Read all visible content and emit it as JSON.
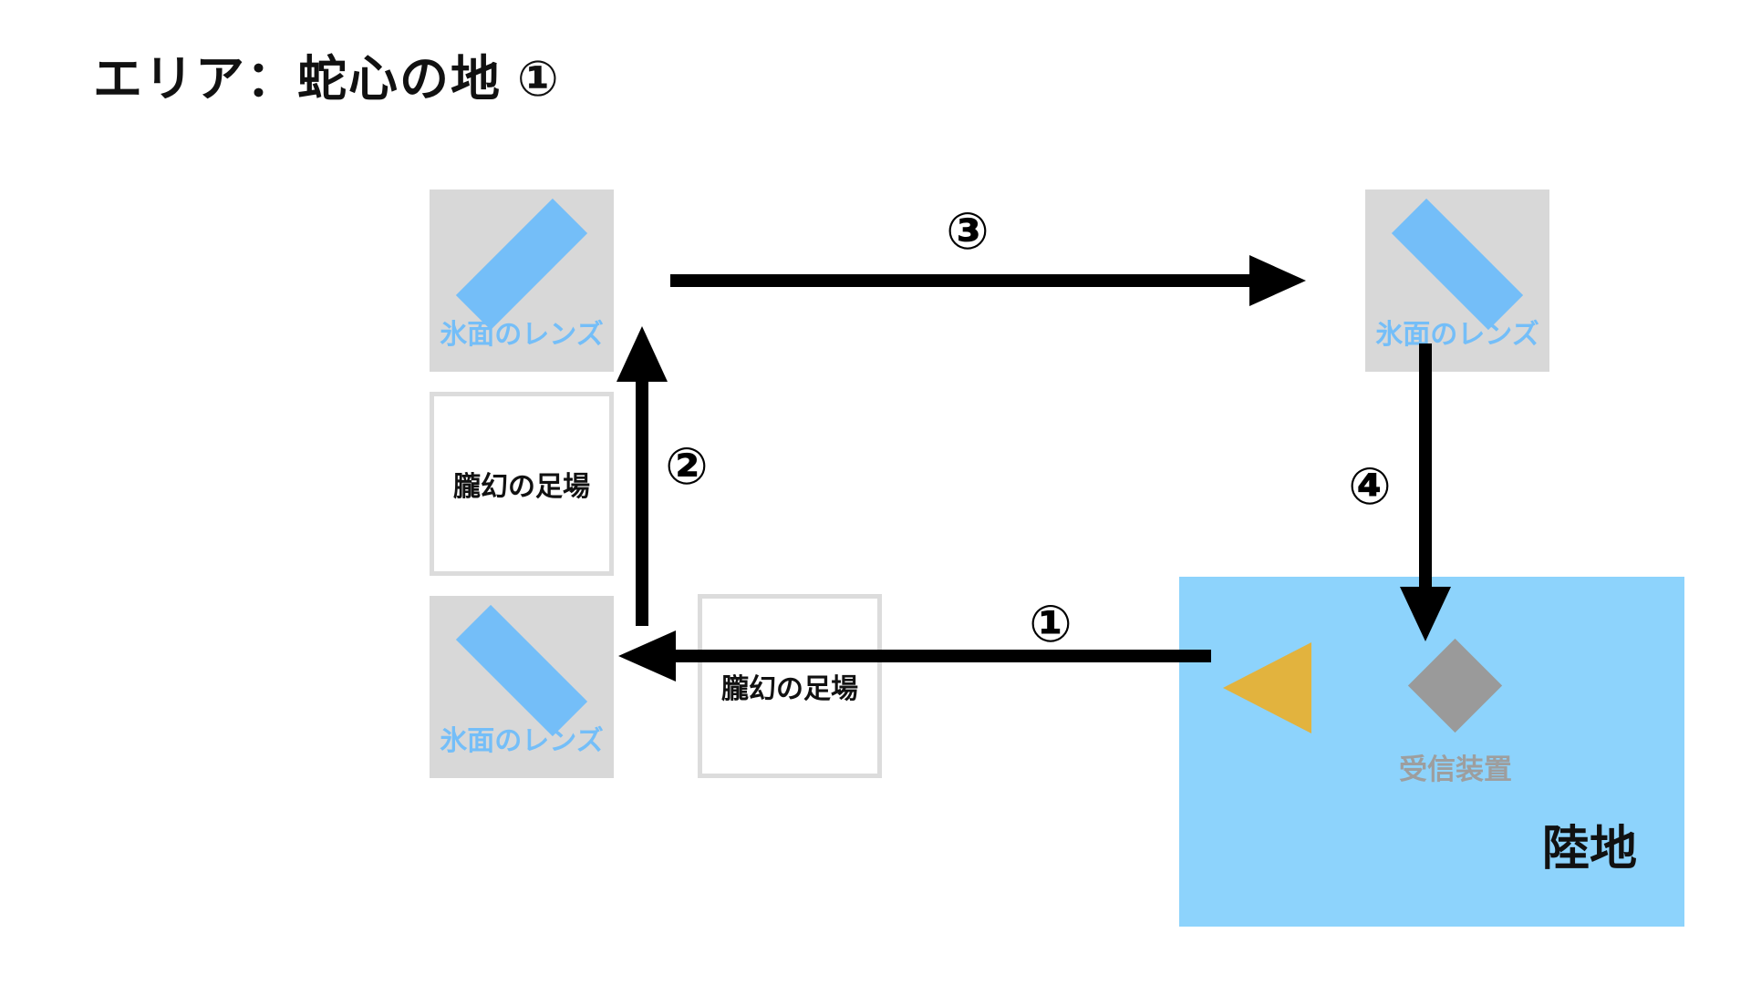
{
  "title": "エリア：蛇心の地 ①",
  "nodes": {
    "lens_top_left": {
      "label": "氷面のレンズ"
    },
    "lens_bottom_left": {
      "label": "氷面のレンズ"
    },
    "lens_right": {
      "label": "氷面のレンズ"
    },
    "platform_mid_left": {
      "label": "朧幻の足場"
    },
    "platform_bottom_mid": {
      "label": "朧幻の足場"
    },
    "receiver": {
      "label": "受信装置"
    },
    "land": {
      "label": "陸地"
    }
  },
  "steps": {
    "s1": "①",
    "s2": "②",
    "s3": "③",
    "s4": "④"
  },
  "colors": {
    "lens_panel_bg": "#d8d8d8",
    "lens_blue": "#74bef8",
    "platform_border": "#dcdcdc",
    "land_blue": "#8dd3fc",
    "beacon_yellow": "#e2b33e",
    "receiver_gray": "#9a9a9a",
    "receiver_label_gray": "#9e9e9e",
    "arrow_black": "#000000"
  }
}
